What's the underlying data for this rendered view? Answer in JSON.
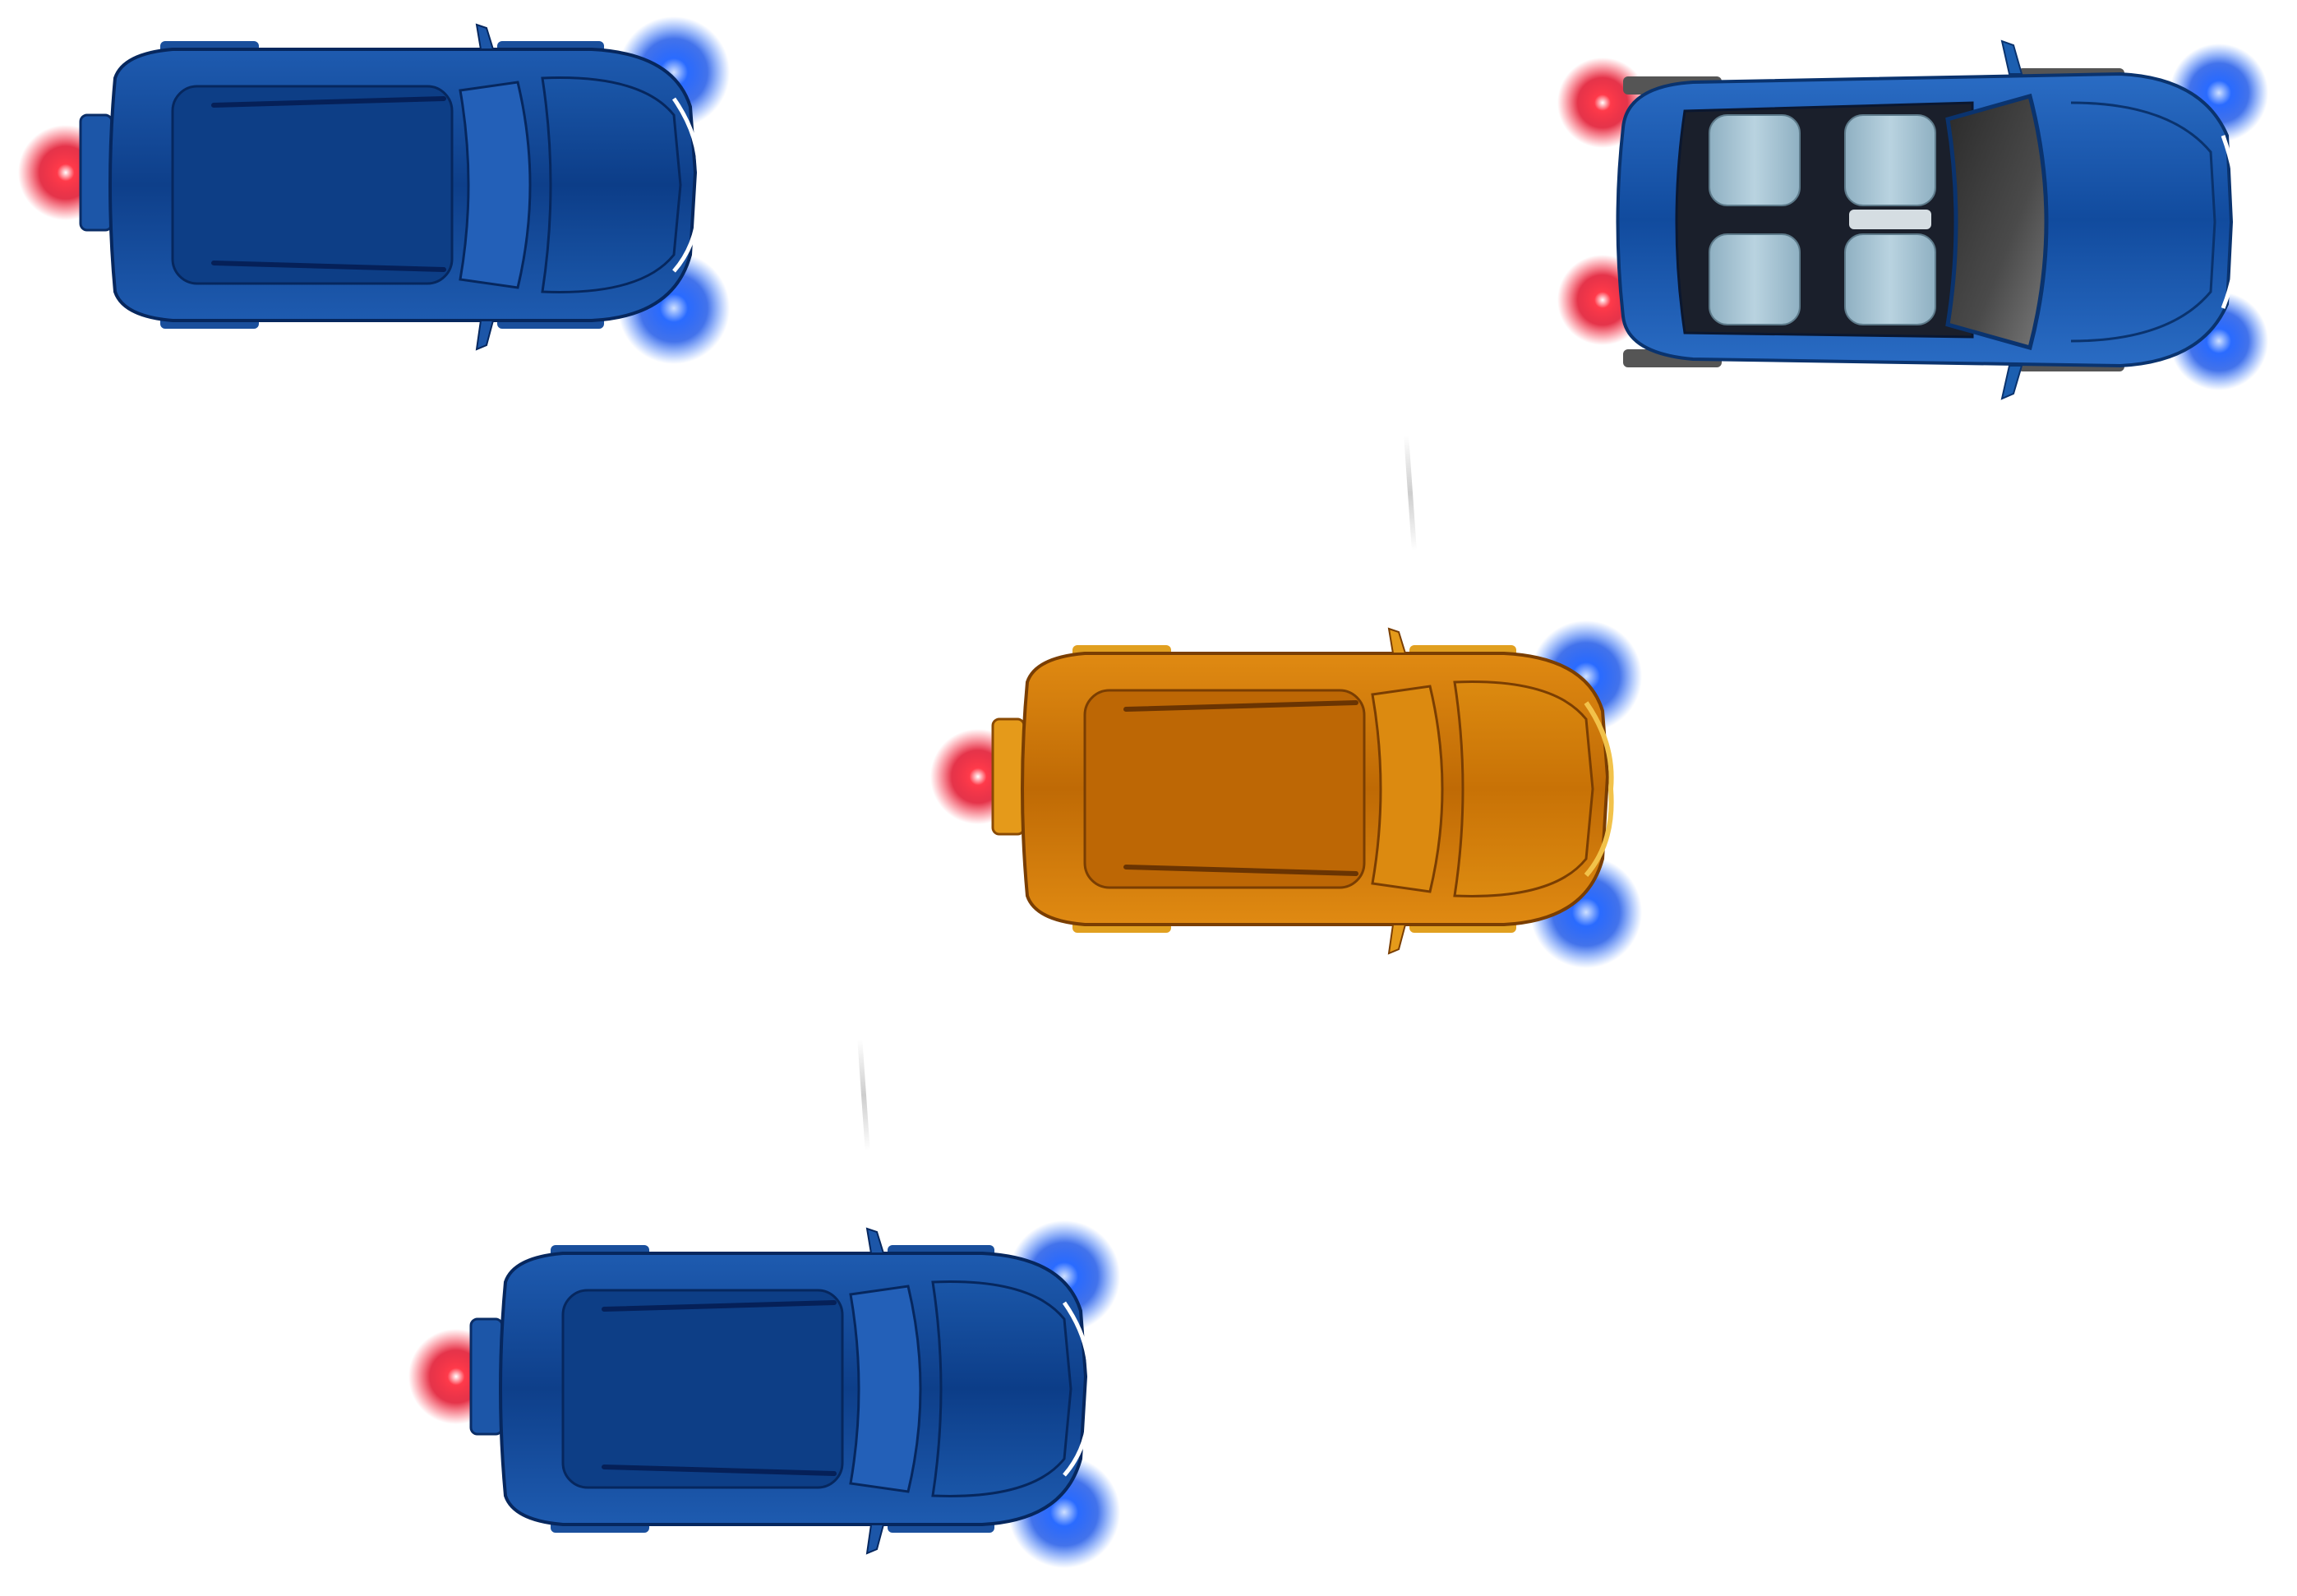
{
  "scene": {
    "description_free": true,
    "colors": {
      "background": "#ffffff",
      "suv_blue_body": "#1a4f9c",
      "suv_blue_dark": "#0c3a7e",
      "suv_orange_body": "#d17d08",
      "suv_orange_dark": "#b86606",
      "convertible_body": "#1c5fb0",
      "seat_color": "#a9c6d6",
      "tail_light_red": "#ff1a2e",
      "head_light_blue": "#1f6bff",
      "skid_mark_gray": "#c8c8c8"
    },
    "vehicles": [
      {
        "kind": "suv",
        "color": "blue",
        "icon": "suv-top-view-icon",
        "heading": "right"
      },
      {
        "kind": "convertible",
        "color": "blue",
        "icon": "convertible-top-view-icon",
        "heading": "right"
      },
      {
        "kind": "suv",
        "color": "orange",
        "icon": "suv-top-view-icon",
        "heading": "right"
      },
      {
        "kind": "suv",
        "color": "blue",
        "icon": "suv-top-view-icon",
        "heading": "right"
      }
    ]
  }
}
